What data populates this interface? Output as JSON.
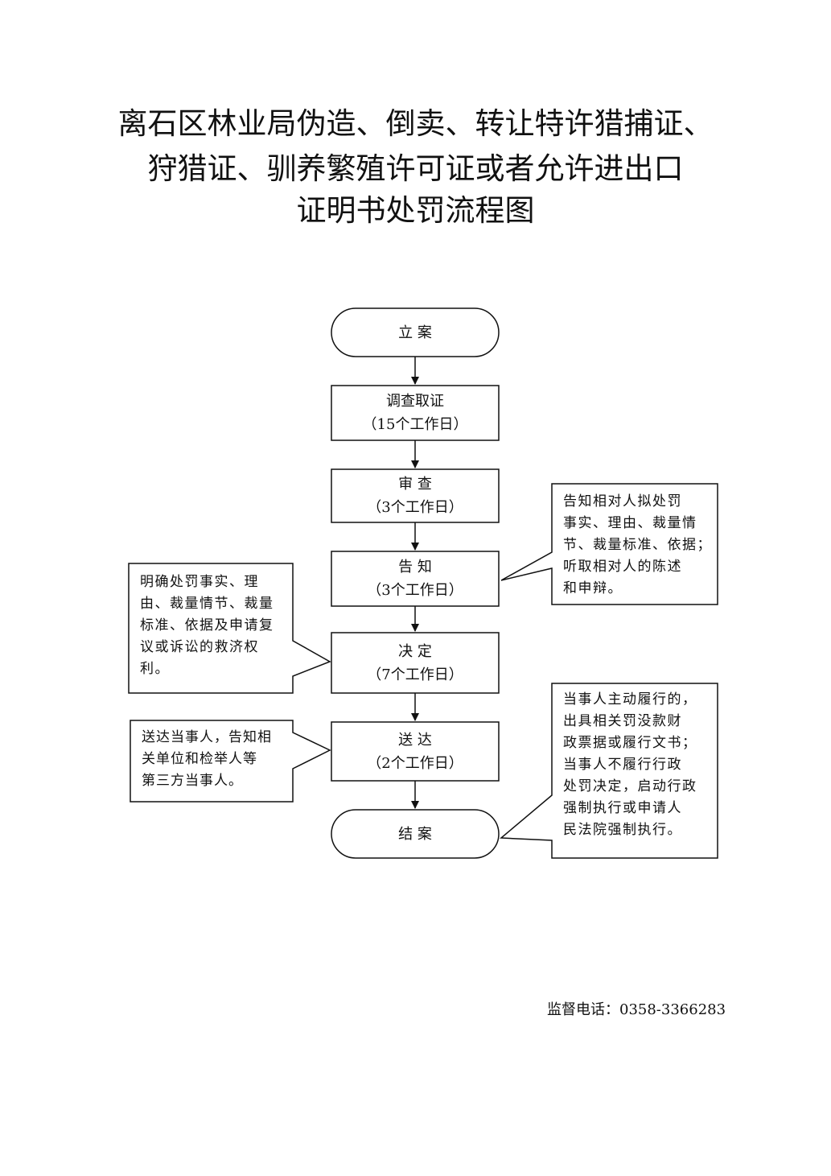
{
  "title": {
    "line1": "离石区林业局伪造、倒卖、转让特许猎捕证、",
    "line2": "狩猎证、驯养繁殖许可证或者允许进出口",
    "line3": "证明书处罚流程图"
  },
  "steps": [
    {
      "label": "立 案",
      "duration": ""
    },
    {
      "label": "调查取证",
      "duration": "（15个工作日）"
    },
    {
      "label": "审 查",
      "duration": "（3个工作日）"
    },
    {
      "label": "告 知",
      "duration": "（3个工作日）"
    },
    {
      "label": "决 定",
      "duration": "（7个工作日）"
    },
    {
      "label": "送 达",
      "duration": "（2个工作日）"
    },
    {
      "label": "结 案",
      "duration": ""
    }
  ],
  "notes": {
    "notify": [
      "告知相对人拟处罚",
      "事实、理由、裁量情",
      "节、裁量标准、依据；",
      "听取相对人的陈述",
      "和申辩。"
    ],
    "decision": [
      "明确处罚事实、理",
      "由、裁量情节、裁量",
      "标准、依据及申请复",
      "议或诉讼的救济权",
      "利。"
    ],
    "delivery": [
      "送达当事人，告知相",
      "关单位和检举人等",
      "第三方当事人。"
    ],
    "closing": [
      "当事人主动履行的，",
      "出具相关罚没款财",
      "政票据或履行文书；",
      "当事人不履行行政",
      "处罚决定，启动行政",
      "强制执行或申请人",
      "民法院强制执行。"
    ]
  },
  "footer": {
    "hotline": "监督电话：0358-3366283"
  }
}
